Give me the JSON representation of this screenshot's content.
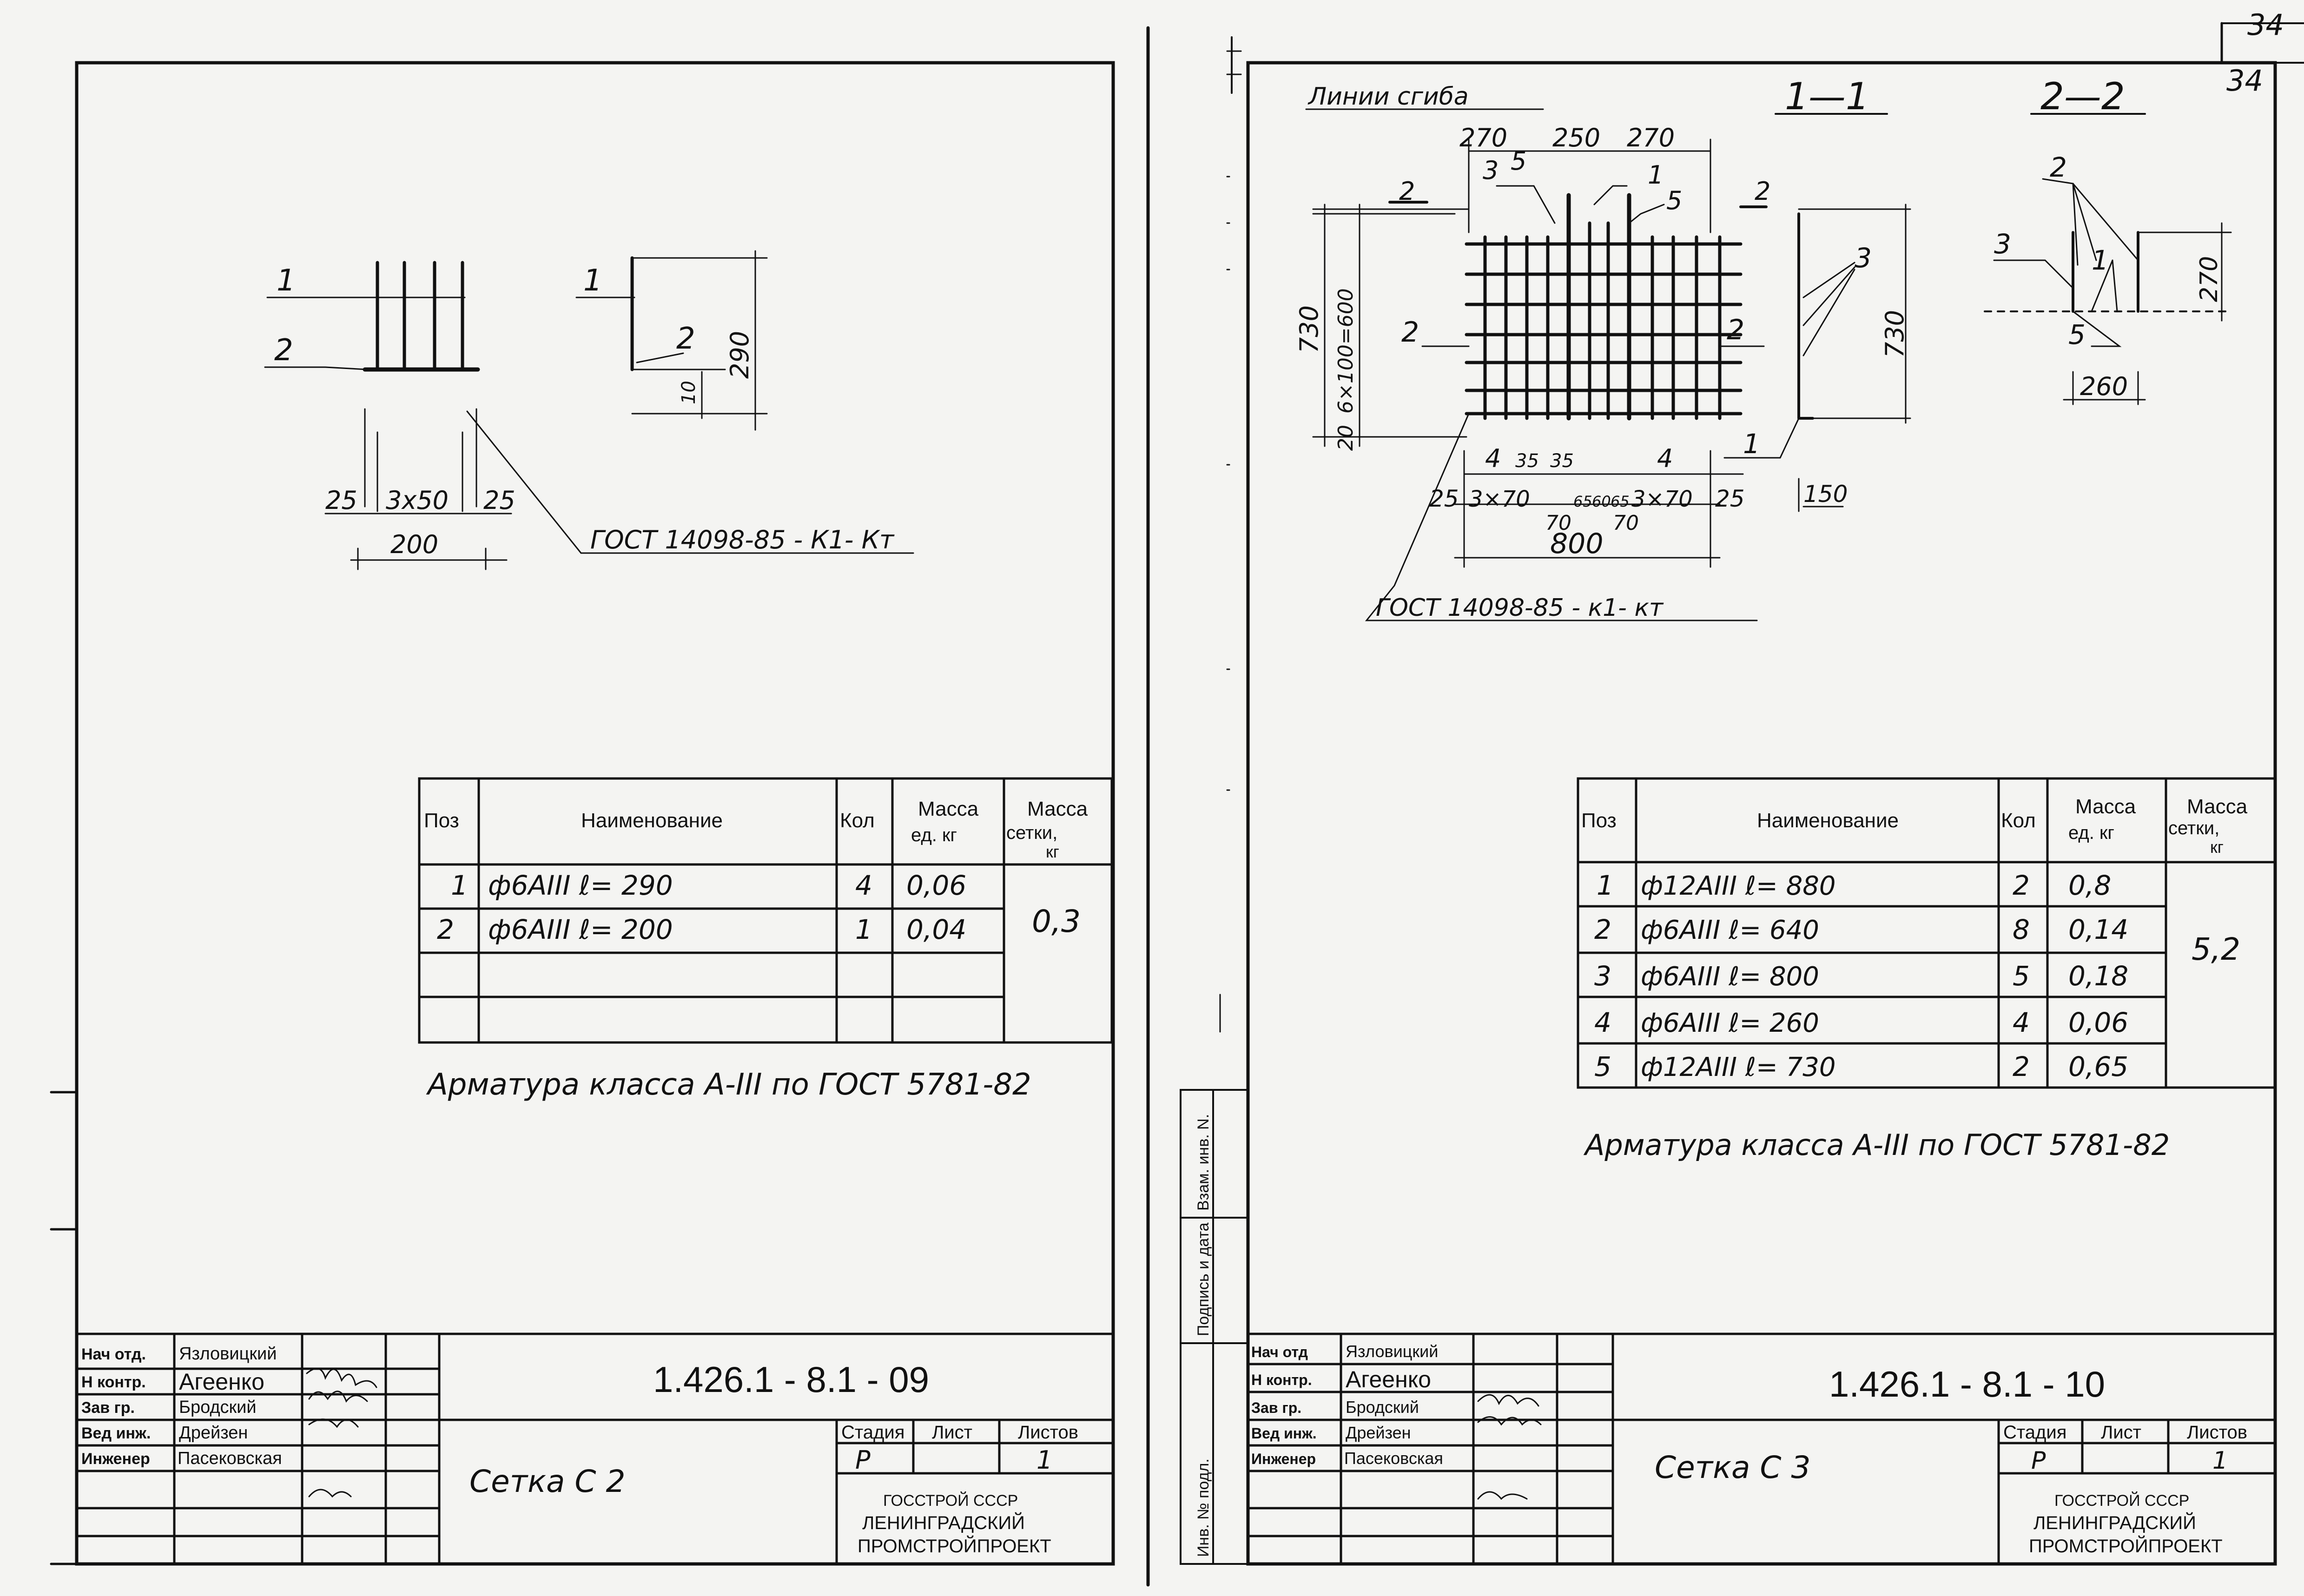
{
  "page_number": "34",
  "page_number_corner": "34",
  "sheet_left": {
    "drawing": {
      "callout_1": "1",
      "callout_2": "2",
      "dim_25_left": "25",
      "dim_3x50": "3x50",
      "dim_25_right": "25",
      "dim_200": "200",
      "side_callout_1": "1",
      "side_callout_2": "2",
      "dim_290": "290",
      "dim_10": "10",
      "gost_note": "ГОСТ 14098-85 - К1- Кт"
    },
    "spec": {
      "headers": {
        "pos": "Поз",
        "name": "Наименование",
        "qty": "Кол",
        "mass_unit": "Масса ед. кг",
        "mass_mesh": "Масса сетки, кг"
      },
      "rows": [
        {
          "pos": "1",
          "name": "ф6АIII  ℓ= 290",
          "qty": "4",
          "mass": "0,06"
        },
        {
          "pos": "2",
          "name": "ф6АIII  ℓ= 200",
          "qty": "1",
          "mass": "0,04"
        }
      ],
      "mesh_mass": "0,3"
    },
    "note": "Арматура класса А-III по ГОСТ 5781-82",
    "title_block": {
      "code": "1.426.1 - 8.1 - 09",
      "title": "Сетка  С 2",
      "roles": [
        "Нач отд.",
        "Н контр.",
        "Зав гр.",
        "Вед инж.",
        "Инженер"
      ],
      "names": [
        "Язловицкий",
        "Агеенко",
        "Бродский",
        "Дрейзен",
        "Пасековская"
      ],
      "stage_h": "Стадия",
      "sheet_h": "Лист",
      "sheets_h": "Листов",
      "stage": "Р",
      "sheet": "",
      "sheets": "1",
      "org1": "ГОССТРОЙ СССР",
      "org2": "ЛЕНИНГРАДСКИЙ",
      "org3": "ПРОМСТРОЙПРОЕКТ"
    }
  },
  "sheet_right": {
    "drawing": {
      "bend_lines": "Линии сгиба",
      "section_1_1": "1—1",
      "section_2_2": "2—2",
      "dim_270_a": "270",
      "dim_250": "250",
      "dim_270_b": "270",
      "dim_730": "730",
      "dim_6x100": "6×100=600",
      "dim_20": "20",
      "dim_4a": "4",
      "dim_35a": "35",
      "dim_35b": "35",
      "dim_4b": "4",
      "dim_25_l": "25",
      "dim_3x70_l": "3×70",
      "dim_65": "65",
      "dim_60": "60",
      "dim_65b": "65",
      "dim_3x70_r": "3×70",
      "dim_25_r": "25",
      "dim_70a": "70",
      "dim_70b": "70",
      "dim_800": "800",
      "callout_1": "1",
      "callout_2l": "2",
      "callout_2r": "2",
      "callout_3": "3",
      "callout_5": "5",
      "callout_1b": "1",
      "callout_5b": "5",
      "callout_3b": "3",
      "arrow_2l": "2",
      "arrow_2r": "2",
      "sec1_3": "3",
      "sec1_1": "1",
      "sec1_730": "730",
      "sec1_150": "150",
      "sec2_2": "2",
      "sec2_3": "3",
      "sec2_1": "1",
      "sec2_5": "5",
      "sec2_270": "270",
      "sec2_260": "260",
      "gost_note": "ГОСТ 14098-85 - к1- кт"
    },
    "spec": {
      "headers": {
        "pos": "Поз",
        "name": "Наименование",
        "qty": "Кол",
        "mass_unit": "Масса ед. кг",
        "mass_mesh": "Масса сетки, кг"
      },
      "rows": [
        {
          "pos": "1",
          "name": "ф12АIII  ℓ= 880",
          "qty": "2",
          "mass": "0,8"
        },
        {
          "pos": "2",
          "name": "ф6АIII   ℓ= 640",
          "qty": "8",
          "mass": "0,14"
        },
        {
          "pos": "3",
          "name": "ф6АIII   ℓ= 800",
          "qty": "5",
          "mass": "0,18"
        },
        {
          "pos": "4",
          "name": "ф6АIII   ℓ= 260",
          "qty": "4",
          "mass": "0,06"
        },
        {
          "pos": "5",
          "name": "ф12АIII  ℓ= 730",
          "qty": "2",
          "mass": "0,65"
        }
      ],
      "mesh_mass": "5,2"
    },
    "note": "Арматура класса А-III по ГОСТ 5781-82",
    "side_strip": [
      "Инв. № подл.",
      "Подпись и дата",
      "Взам. инв. N."
    ],
    "title_block": {
      "code": "1.426.1 - 8.1 - 10",
      "title": "Сетка  С 3",
      "roles": [
        "Нач отд",
        "Н контр.",
        "Зав гр.",
        "Вед инж.",
        "Инженер"
      ],
      "names": [
        "Язловицкий",
        "Агеенко",
        "Бродский",
        "Дрейзен",
        "Пасековская"
      ],
      "stage_h": "Стадия",
      "sheet_h": "Лист",
      "sheets_h": "Листов",
      "stage": "Р",
      "sheet": "",
      "sheets": "1",
      "org1": "ГОССТРОЙ СССР",
      "org2": "ЛЕНИНГРАДСКИЙ",
      "org3": "ПРОМСТРОЙПРОЕКТ"
    }
  }
}
